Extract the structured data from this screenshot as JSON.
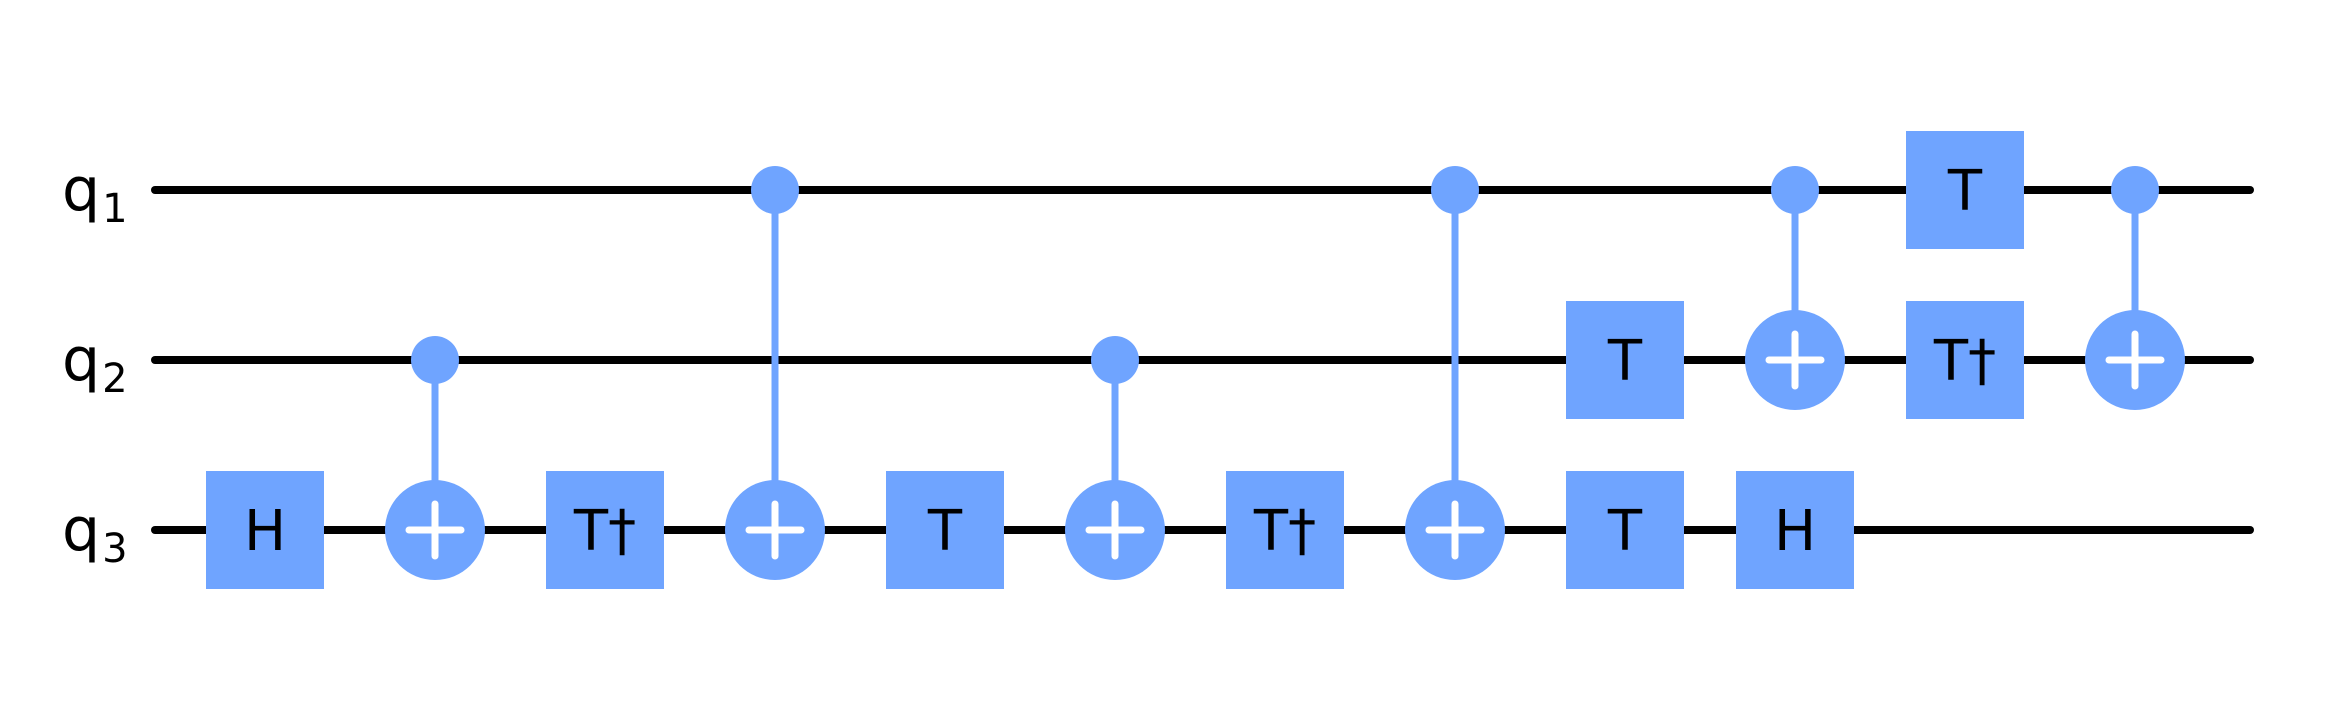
{
  "circuit": {
    "colors": {
      "gate": "#6fa4ff",
      "wire": "#000000",
      "text": "#000000",
      "target_plus": "#ffffff"
    },
    "qubits": [
      {
        "id": "q1",
        "label": "q",
        "sub": "1"
      },
      {
        "id": "q2",
        "label": "q",
        "sub": "2"
      },
      {
        "id": "q3",
        "label": "q",
        "sub": "3"
      }
    ],
    "gates": [
      {
        "type": "single",
        "label": "H",
        "qubit": 2,
        "column": 0
      },
      {
        "type": "cx",
        "control": 1,
        "target": 2,
        "column": 1
      },
      {
        "type": "single",
        "label": "T†",
        "qubit": 2,
        "column": 2
      },
      {
        "type": "cx",
        "control": 0,
        "target": 2,
        "column": 3
      },
      {
        "type": "single",
        "label": "T",
        "qubit": 2,
        "column": 4
      },
      {
        "type": "cx",
        "control": 1,
        "target": 2,
        "column": 5
      },
      {
        "type": "single",
        "label": "T†",
        "qubit": 2,
        "column": 6
      },
      {
        "type": "cx",
        "control": 0,
        "target": 2,
        "column": 7
      },
      {
        "type": "single",
        "label": "T",
        "qubit": 1,
        "column": 8
      },
      {
        "type": "single",
        "label": "T",
        "qubit": 2,
        "column": 8
      },
      {
        "type": "cx",
        "control": 0,
        "target": 1,
        "column": 9
      },
      {
        "type": "single",
        "label": "H",
        "qubit": 2,
        "column": 9
      },
      {
        "type": "single",
        "label": "T",
        "qubit": 0,
        "column": 10
      },
      {
        "type": "single",
        "label": "T†",
        "qubit": 1,
        "column": 10
      },
      {
        "type": "cx",
        "control": 0,
        "target": 1,
        "column": 11
      }
    ]
  }
}
